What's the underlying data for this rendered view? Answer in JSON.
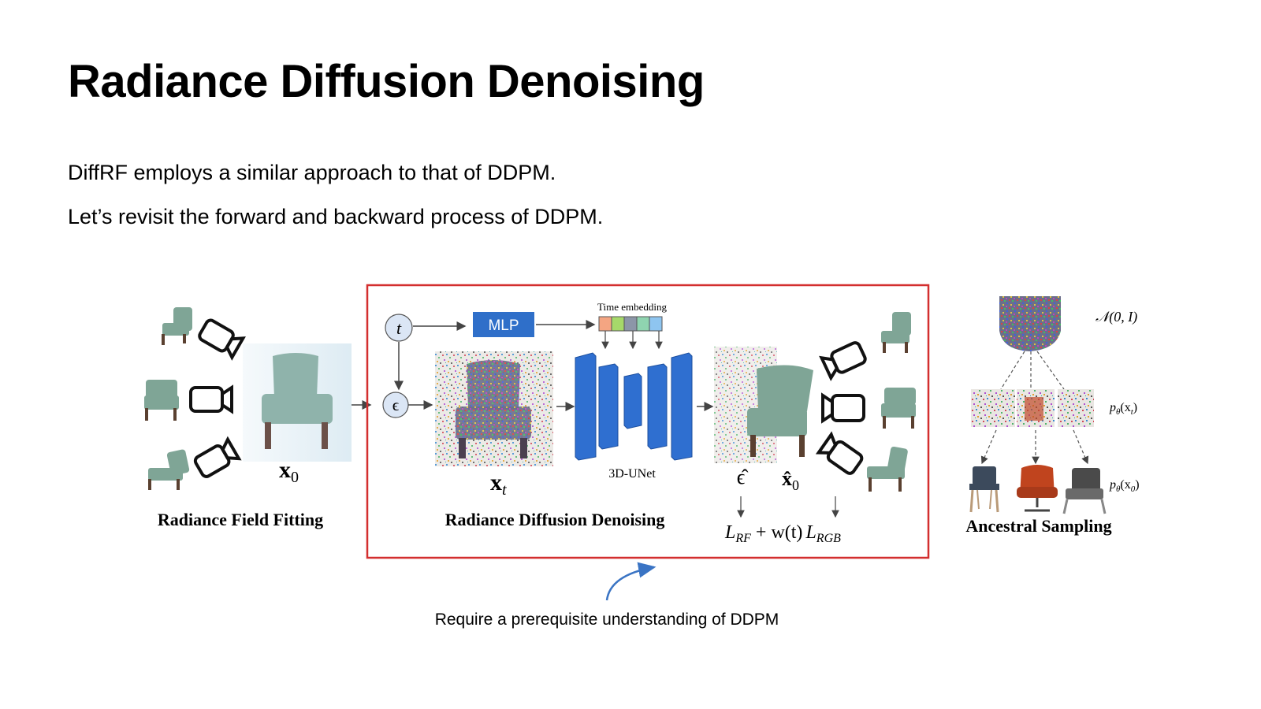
{
  "slide": {
    "title": "Radiance Diffusion Denoising",
    "bullets": [
      "DiffRF employs a similar approach to that of DDPM.",
      "Let’s revisit the forward and backward process of DDPM."
    ],
    "caption": "Require a prerequisite understanding of DDPM"
  },
  "figure": {
    "sections": {
      "fitting": "Radiance Field Fitting",
      "denoising": "Radiance Diffusion Denoising",
      "sampling": "Ancestral Sampling"
    },
    "labels": {
      "x0": "x",
      "x0_sub": "0",
      "xt": "x",
      "xt_sub": "t",
      "t": "t",
      "eps": "ϵ",
      "mlp": "MLP",
      "time_embedding": "Time embedding",
      "unet": "3D-UNet",
      "eps_hat": "ϵ̂",
      "x0_hat": "x̂",
      "x0_hat_sub": "0",
      "loss": "L_RF + w(t) L_RGB",
      "loss_rf": "L",
      "loss_rf_sub": "RF",
      "loss_mid": " + w(t)",
      "loss_rgb": "L",
      "loss_rgb_sub": "RGB",
      "normal": "𝒩(0, I)",
      "p_xt": "p",
      "p_xt_sub": "θ",
      "p_xt_arg": "(x",
      "p_xt_arg_sub": "t",
      "p_x0": "p",
      "p_x0_sub": "θ",
      "p_x0_arg": "(x",
      "p_x0_arg_sub": "0"
    },
    "colors": {
      "highlight_box": "#d32f2f",
      "mlp_box": "#2f6fc9",
      "unet_blue": "#2f6fd0",
      "chair_green": "#7fa596",
      "arrow_curve": "#3a74c4",
      "embedding": [
        "#f4a582",
        "#a6d96a",
        "#8c96a8",
        "#8fd4b0",
        "#8ec5f0"
      ]
    }
  }
}
